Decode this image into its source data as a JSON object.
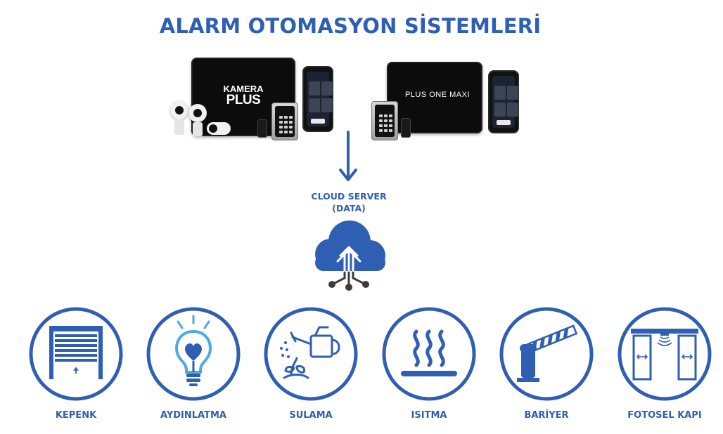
{
  "title": "ALARM OTOMASYON SİSTEMLERİ",
  "products": [
    {
      "name": "KAMERA PLUS",
      "logo_lines": [
        "KAMERA",
        "PLUS"
      ]
    },
    {
      "name": "PLUS ONE MAXI",
      "logo_lines": [
        "PLUS ONE MAXI"
      ]
    }
  ],
  "cloud": {
    "line1": "CLOUD SERVER",
    "line2": "(DATA)"
  },
  "modules": [
    {
      "label": "KEPENK",
      "icon": "shutter-icon"
    },
    {
      "label": "AYDINLATMA",
      "icon": "lightbulb-icon"
    },
    {
      "label": "SULAMA",
      "icon": "watering-can-icon"
    },
    {
      "label": "ISITMA",
      "icon": "heating-icon"
    },
    {
      "label": "BARİYER",
      "icon": "barrier-icon"
    },
    {
      "label": "FOTOSEL KAPI",
      "icon": "sliding-door-icon"
    }
  ],
  "colors": {
    "accent": "#2f5fb3",
    "device_dark": "#0c0c0c",
    "background": "#ffffff"
  }
}
